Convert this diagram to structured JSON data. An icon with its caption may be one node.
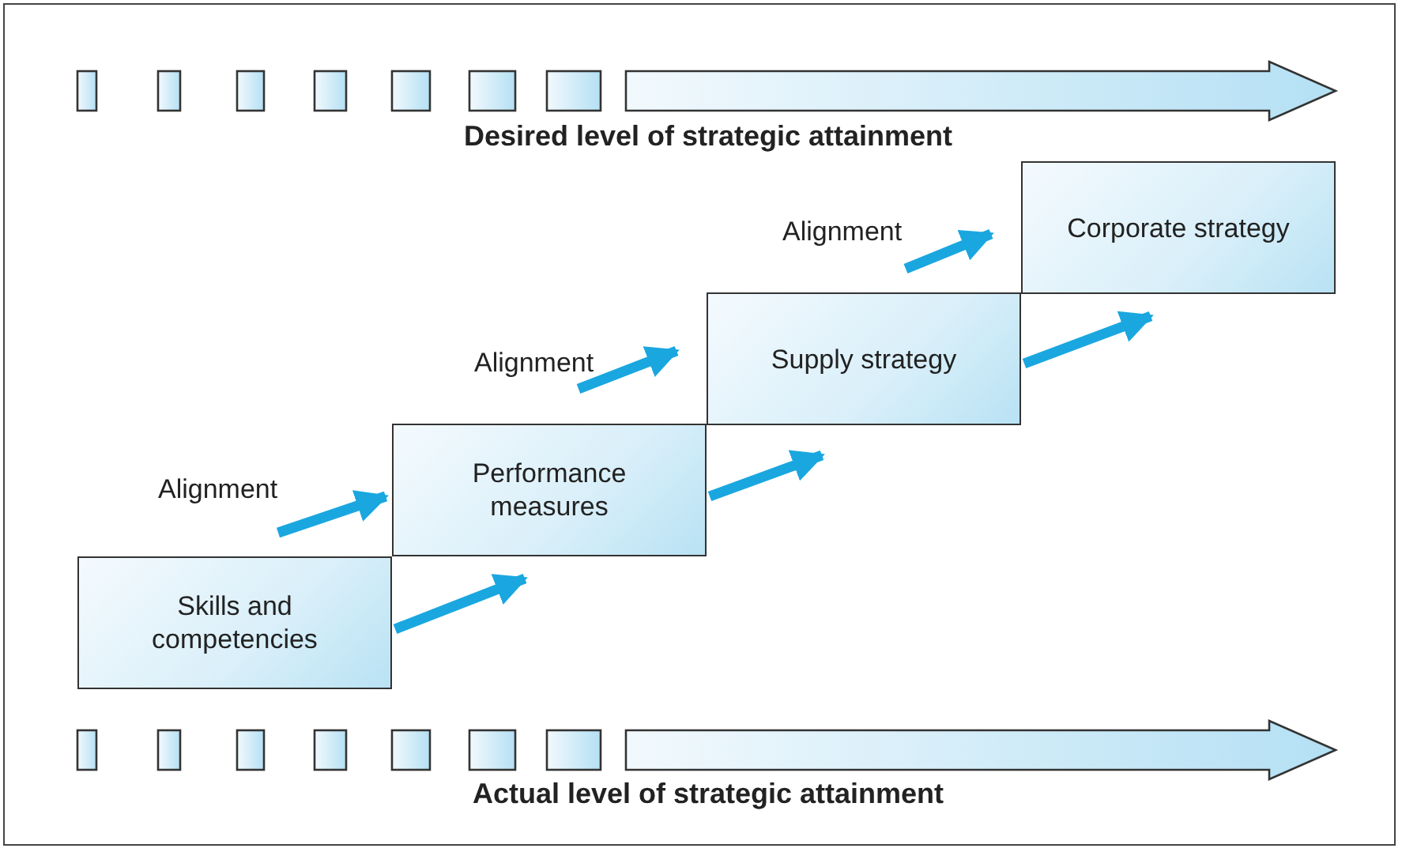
{
  "diagram": {
    "nodes": [
      {
        "text": [
          "Skills and competencies"
        ]
      },
      {
        "text": [
          "Performance measures"
        ]
      },
      {
        "text": [
          "Supply strategy"
        ]
      },
      {
        "text": [
          "Corporate strategy"
        ]
      }
    ],
    "edges": [
      {
        "from": 0,
        "to": 1,
        "arrow": "to"
      },
      {
        "from": 1,
        "to": 2,
        "arrow": "to"
      },
      {
        "from": 2,
        "to": 3,
        "arrow": "to"
      },
      {
        "from": null,
        "to": 1,
        "arrow": "to",
        "label": "Alignment"
      },
      {
        "from": null,
        "to": 2,
        "arrow": "to",
        "label": "Alignment"
      },
      {
        "from": null,
        "to": 3,
        "arrow": "to",
        "label": "Alignment"
      }
    ],
    "labels": [
      "Desired level of strategic attainment",
      "Actual level of strategic attainment"
    ]
  }
}
